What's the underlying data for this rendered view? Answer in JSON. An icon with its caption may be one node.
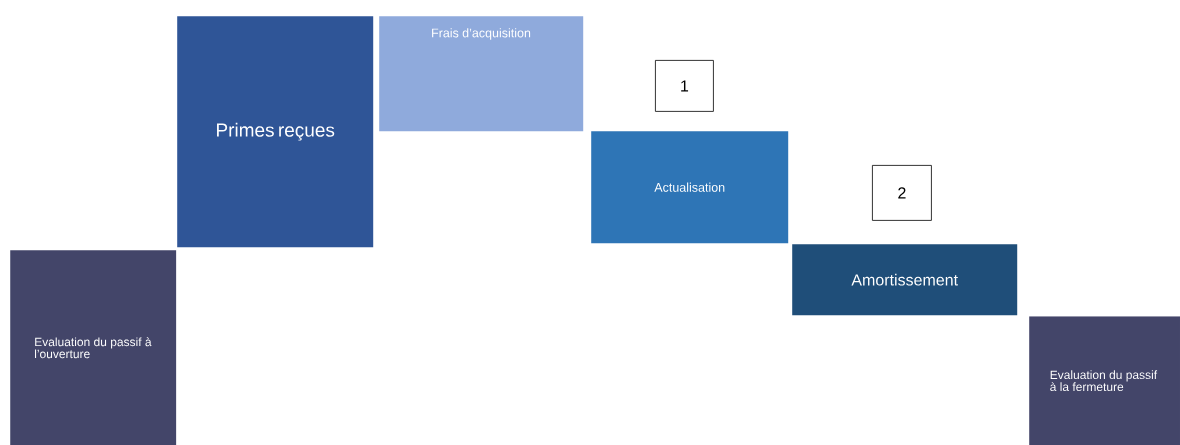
{
  "diagram": {
    "nodes": [
      {
        "text": [
          "Evaluation du passif à l’ouverture"
        ]
      },
      {
        "text": [
          "Primes reçues"
        ]
      },
      {
        "text": [
          "Frais d’acquisition"
        ]
      },
      {
        "text": [
          "1"
        ]
      },
      {
        "text": [
          "Actualisation"
        ]
      },
      {
        "text": [
          "2"
        ]
      },
      {
        "text": [
          "Amortissement"
        ]
      },
      {
        "text": [
          "Evaluation du passif à la fermeture"
        ]
      }
    ]
  }
}
